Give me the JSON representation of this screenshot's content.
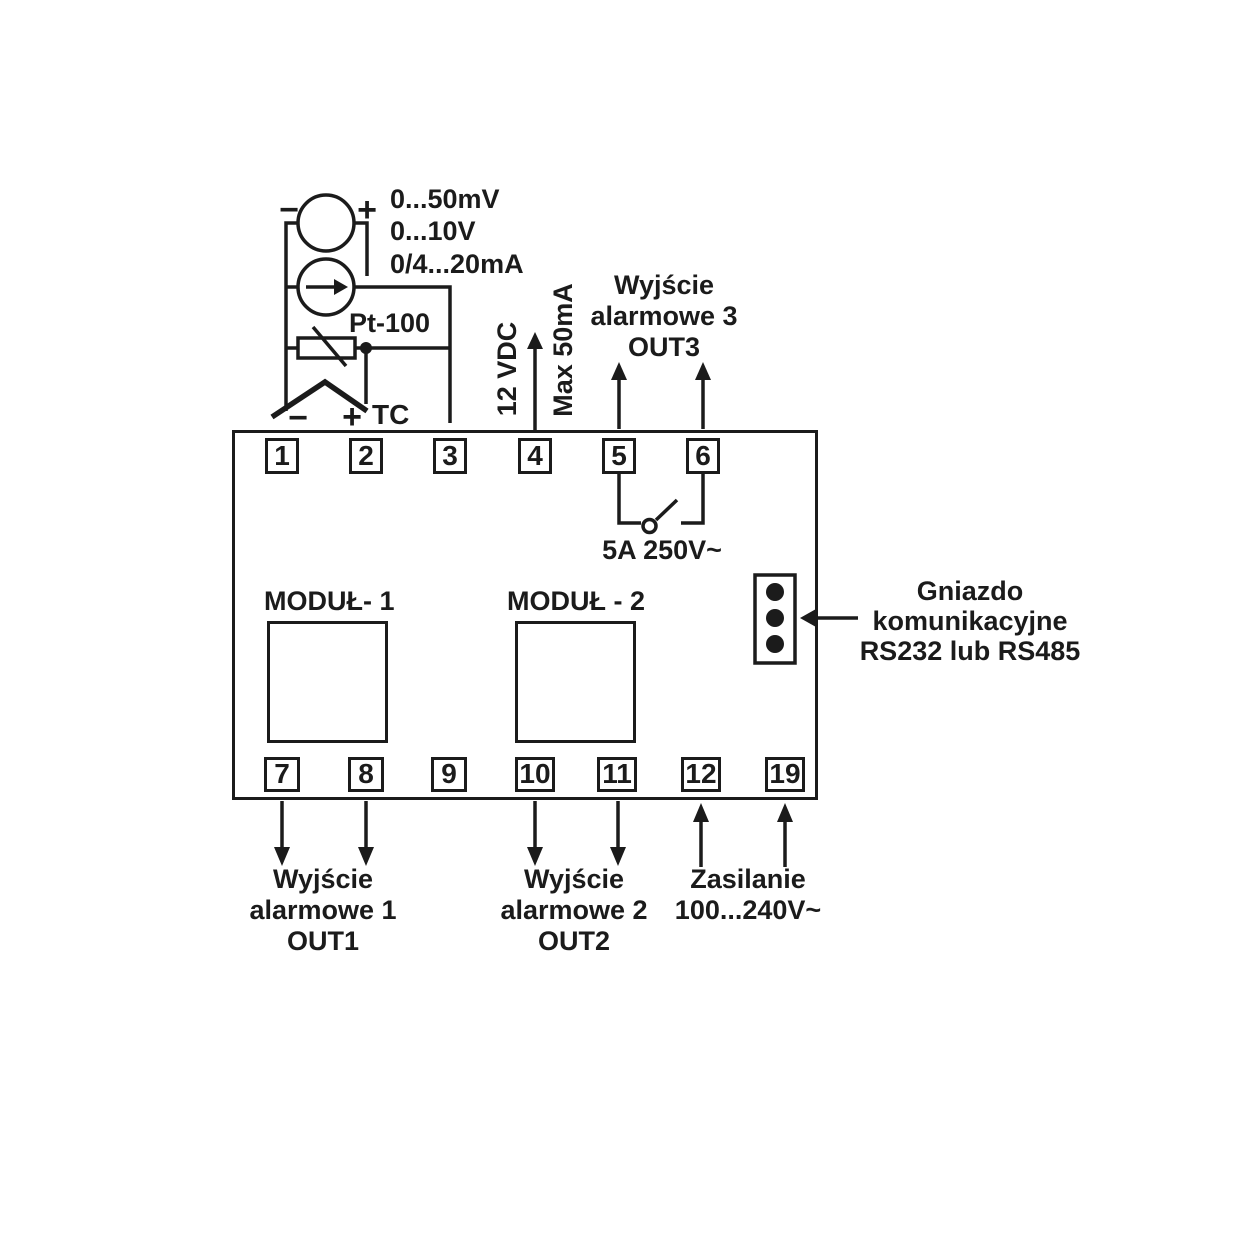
{
  "colors": {
    "ink": "#1b1b1b",
    "bg": "#ffffff"
  },
  "input_ranges": {
    "range1": "0...50mV",
    "range2": "0...10V",
    "range3": "0/4...20mA"
  },
  "voltage_source": {
    "minus": "−",
    "plus": "+"
  },
  "pt100": {
    "label": "Pt-100"
  },
  "tc": {
    "label": "TC",
    "minus": "−",
    "plus": "+"
  },
  "supply_out": {
    "left": "12 VDC",
    "right": "Max 50mA"
  },
  "alarm3": {
    "line1": "Wyjście",
    "line2": "alarmowe 3",
    "line3": "OUT3"
  },
  "relay": {
    "rating": "5A 250V~"
  },
  "terminals": {
    "top": [
      "1",
      "2",
      "3",
      "4",
      "5",
      "6"
    ],
    "bottom": [
      "7",
      "8",
      "9",
      "10",
      "11",
      "12",
      "19"
    ]
  },
  "modules": {
    "m1": "MODUŁ- 1",
    "m2": "MODUŁ - 2"
  },
  "comm": {
    "line1": "Gniazdo",
    "line2": "komunikacyjne",
    "line3": "RS232 lub RS485"
  },
  "alarm1": {
    "line1": "Wyjście",
    "line2": "alarmowe 1",
    "line3": "OUT1"
  },
  "alarm2": {
    "line1": "Wyjście",
    "line2": "alarmowe 2",
    "line3": "OUT2"
  },
  "power": {
    "line1": "Zasilanie",
    "line2": "100...240V~"
  }
}
